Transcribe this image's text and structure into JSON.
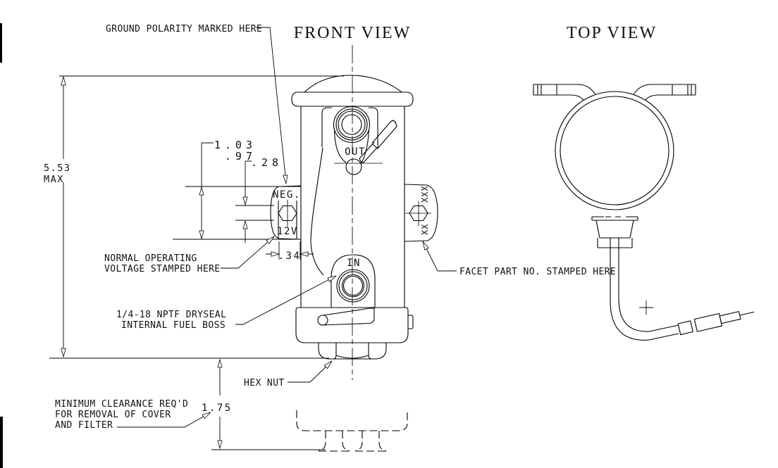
{
  "drawing": {
    "front_view": {
      "title": "FRONT VIEW",
      "labels": {
        "out_port": "OUT",
        "in_port": "IN",
        "neg_terminal": "NEG.",
        "voltage": "12V",
        "part_no_line1": "XXX",
        "part_no_line2": "XX"
      }
    },
    "top_view": {
      "title": "TOP VIEW"
    },
    "annotations": {
      "ground_polarity": "GROUND POLARITY MARKED HERE",
      "normal_operating_line1": "NORMAL OPERATING",
      "normal_operating_line2": "VOLTAGE STAMPED HERE",
      "fuel_boss_line1": "1/4-18 NPTF DRYSEAL",
      "fuel_boss_line2": "INTERNAL FUEL BOSS",
      "hex_nut": "HEX NUT",
      "min_clearance_line1": "MINIMUM CLEARANCE REQ'D",
      "min_clearance_line2": "FOR REMOVAL OF COVER",
      "min_clearance_line3": "AND FILTER",
      "facet_part_no": "FACET PART NO. STAMPED HERE"
    },
    "dimensions": {
      "overall_height": "5.53",
      "overall_height_qualifier": "MAX",
      "terminal_height_upper": "1.03",
      "terminal_height_lower": ".97",
      "terminal_offset": ".28",
      "terminal_protrusion": ".34",
      "clearance_below": "1.75"
    },
    "colors": {
      "line": "#000000",
      "background": "#ffffff"
    }
  }
}
